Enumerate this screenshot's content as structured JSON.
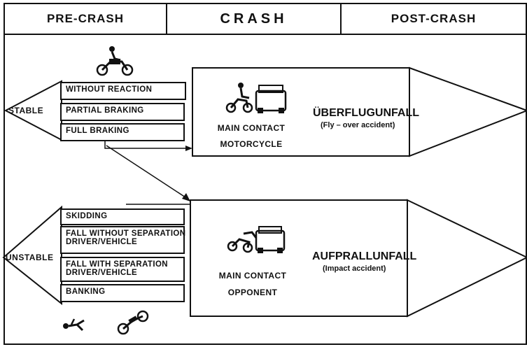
{
  "headers": {
    "pre_crash": "PRE-CRASH",
    "crash": "CRASH",
    "post_crash": "POST-CRASH"
  },
  "stable": {
    "label": "STABLE",
    "options": [
      "WITHOUT REACTION",
      "PARTIAL BRAKING",
      "FULL BRAKING"
    ]
  },
  "unstable": {
    "label": "UNSTABLE",
    "options": [
      {
        "line1": "SKIDDING",
        "line2": ""
      },
      {
        "line1": "FALL WITHOUT SEPARATION",
        "line2": "DRIVER/VEHICLE"
      },
      {
        "line1": "FALL WITH SEPARATION",
        "line2": "DRIVER/VEHICLE"
      },
      {
        "line1": "BANKING",
        "line2": ""
      }
    ]
  },
  "crash_top": {
    "contact_line1": "MAIN CONTACT",
    "contact_line2": "MOTORCYCLE",
    "outcome": "ÜBERFLUGUNFALL",
    "outcome_translation": "(Fly – over accident)"
  },
  "crash_bottom": {
    "contact_line1": "MAIN CONTACT",
    "contact_line2": "OPPONENT",
    "outcome": "AUFPRALLUNFALL",
    "outcome_translation": "(Impact accident)"
  },
  "icons": [
    "motorcycle-rider-icon",
    "motorcycle-car-collision-icon",
    "motorcycle-car-impact-icon",
    "fallen-rider-icon",
    "overturned-motorcycle-icon"
  ]
}
